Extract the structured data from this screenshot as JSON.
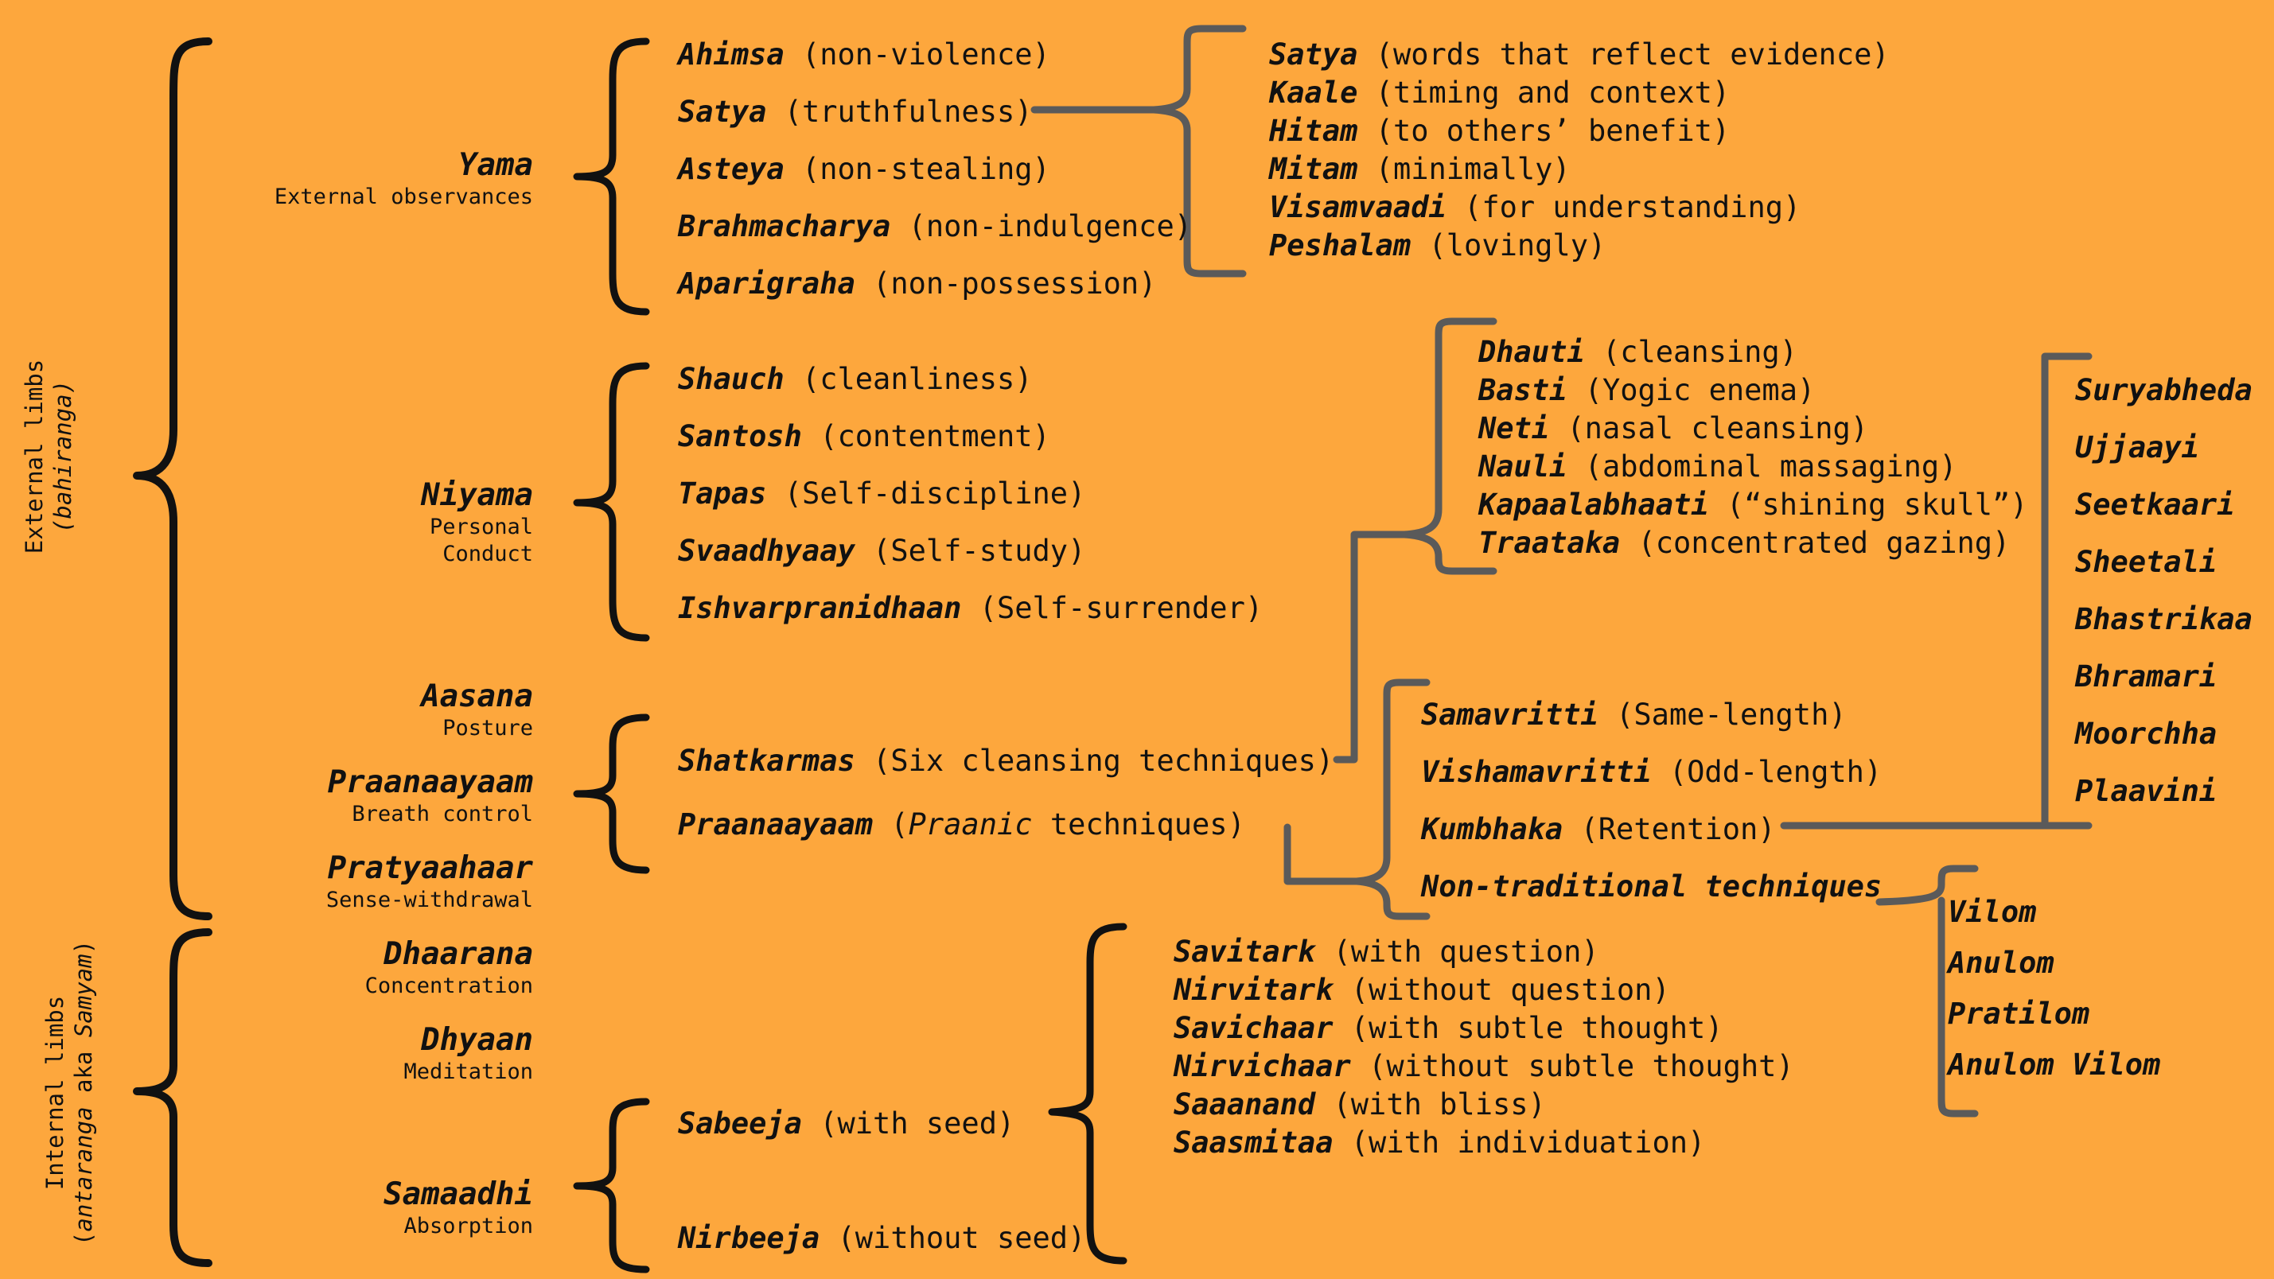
{
  "side_labels": {
    "external": {
      "line1": "External limbs",
      "line2": "(bahiranga)"
    },
    "internal": {
      "line1": "Internal limbs",
      "line2_italic1": "antaranga",
      "line2_mid": " aka ",
      "line2_italic2": "Samyam"
    }
  },
  "limbs": [
    {
      "name": "Yama",
      "sub": "External observances"
    },
    {
      "name": "Niyama",
      "sub": "Personal",
      "sub2": "Conduct"
    },
    {
      "name": "Aasana",
      "sub": "Posture"
    },
    {
      "name": "Praanaayaam",
      "sub": "Breath control"
    },
    {
      "name": "Pratyaahaar",
      "sub": "Sense-withdrawal"
    },
    {
      "name": "Dhaarana",
      "sub": "Concentration"
    },
    {
      "name": "Dhyaan",
      "sub": "Meditation"
    },
    {
      "name": "Samaadhi",
      "sub": "Absorption"
    }
  ],
  "yama_items": [
    {
      "term": "Ahimsa",
      "desc": "(non-violence)"
    },
    {
      "term": "Satya",
      "desc": "(truthfulness)"
    },
    {
      "term": "Asteya",
      "desc": "(non-stealing)"
    },
    {
      "term": "Brahmacharya",
      "desc": "(non-indulgence)"
    },
    {
      "term": "Aparigraha",
      "desc": "(non-possession)"
    }
  ],
  "satya_items": [
    {
      "term": "Satya",
      "desc": "(words that reflect evidence)"
    },
    {
      "term": "Kaale",
      "desc": "(timing and context)"
    },
    {
      "term": "Hitam",
      "desc": "(to others’ benefit)"
    },
    {
      "term": "Mitam",
      "desc": "(minimally)"
    },
    {
      "term": "Visamvaadi",
      "desc": "(for understanding)"
    },
    {
      "term": "Peshalam",
      "desc": "(lovingly)"
    }
  ],
  "niyama_items": [
    {
      "term": "Shauch",
      "desc": "(cleanliness)"
    },
    {
      "term": "Santosh",
      "desc": "(contentment)"
    },
    {
      "term": "Tapas",
      "desc": "(Self-discipline)"
    },
    {
      "term": "Svaadhyaay",
      "desc": "(Self-study)"
    },
    {
      "term": "Ishvarpranidhaan",
      "desc": "(Self-surrender)"
    }
  ],
  "practice_items": {
    "shatkarmas": {
      "term": "Shatkarmas",
      "desc": "(Six cleansing techniques)"
    },
    "praanaayaam": {
      "term": "Praanaayaam",
      "desc_open": "(",
      "desc_italic": "Praanic",
      "desc_close": " techniques)"
    }
  },
  "shatkarma_items": [
    {
      "term": "Dhauti",
      "desc": "(cleansing)"
    },
    {
      "term": "Basti",
      "desc": "(Yogic enema)"
    },
    {
      "term": "Neti",
      "desc": "(nasal cleansing)"
    },
    {
      "term": "Nauli",
      "desc": "(abdominal massaging)"
    },
    {
      "term": "Kapaalabhaati",
      "desc": "(“shining skull”)"
    },
    {
      "term": "Traataka",
      "desc": "(concentrated gazing)"
    }
  ],
  "praanaayaam_items": [
    {
      "term": "Samavritti",
      "desc": "(Same-length)"
    },
    {
      "term": "Vishamavritti",
      "desc": "(Odd-length)"
    },
    {
      "term": "Kumbhaka",
      "desc": "(Retention)"
    },
    {
      "term": "Non-traditional techniques",
      "desc": ""
    }
  ],
  "kumbhaka_items": [
    "Suryabheda",
    "Ujjaayi",
    "Seetkaari",
    "Sheetali",
    "Bhastrikaa",
    "Bhramari",
    "Moorchha",
    "Plaavini"
  ],
  "nontrad_items": [
    "Vilom",
    "Anulom",
    "Pratilom",
    "Anulom Vilom"
  ],
  "samaadhi_items": [
    {
      "term": "Sabeeja",
      "desc": "(with seed)"
    },
    {
      "term": "Nirbeeja",
      "desc": "(without seed)"
    }
  ],
  "sabeeja_items": [
    {
      "term": "Savitark",
      "desc": "(with question)"
    },
    {
      "term": "Nirvitark",
      "desc": "(without question)"
    },
    {
      "term": "Savichaar",
      "desc": "(with subtle thought)"
    },
    {
      "term": "Nirvichaar",
      "desc": "(without subtle thought)"
    },
    {
      "term": "Saaanand",
      "desc": "(with bliss)"
    },
    {
      "term": "Saasmitaa",
      "desc": "(with individuation)"
    }
  ],
  "colors": {
    "background": "#FDA73D",
    "text": "#111111",
    "brace_black": "#111111",
    "bracket_gray": "#5A5A5A"
  }
}
